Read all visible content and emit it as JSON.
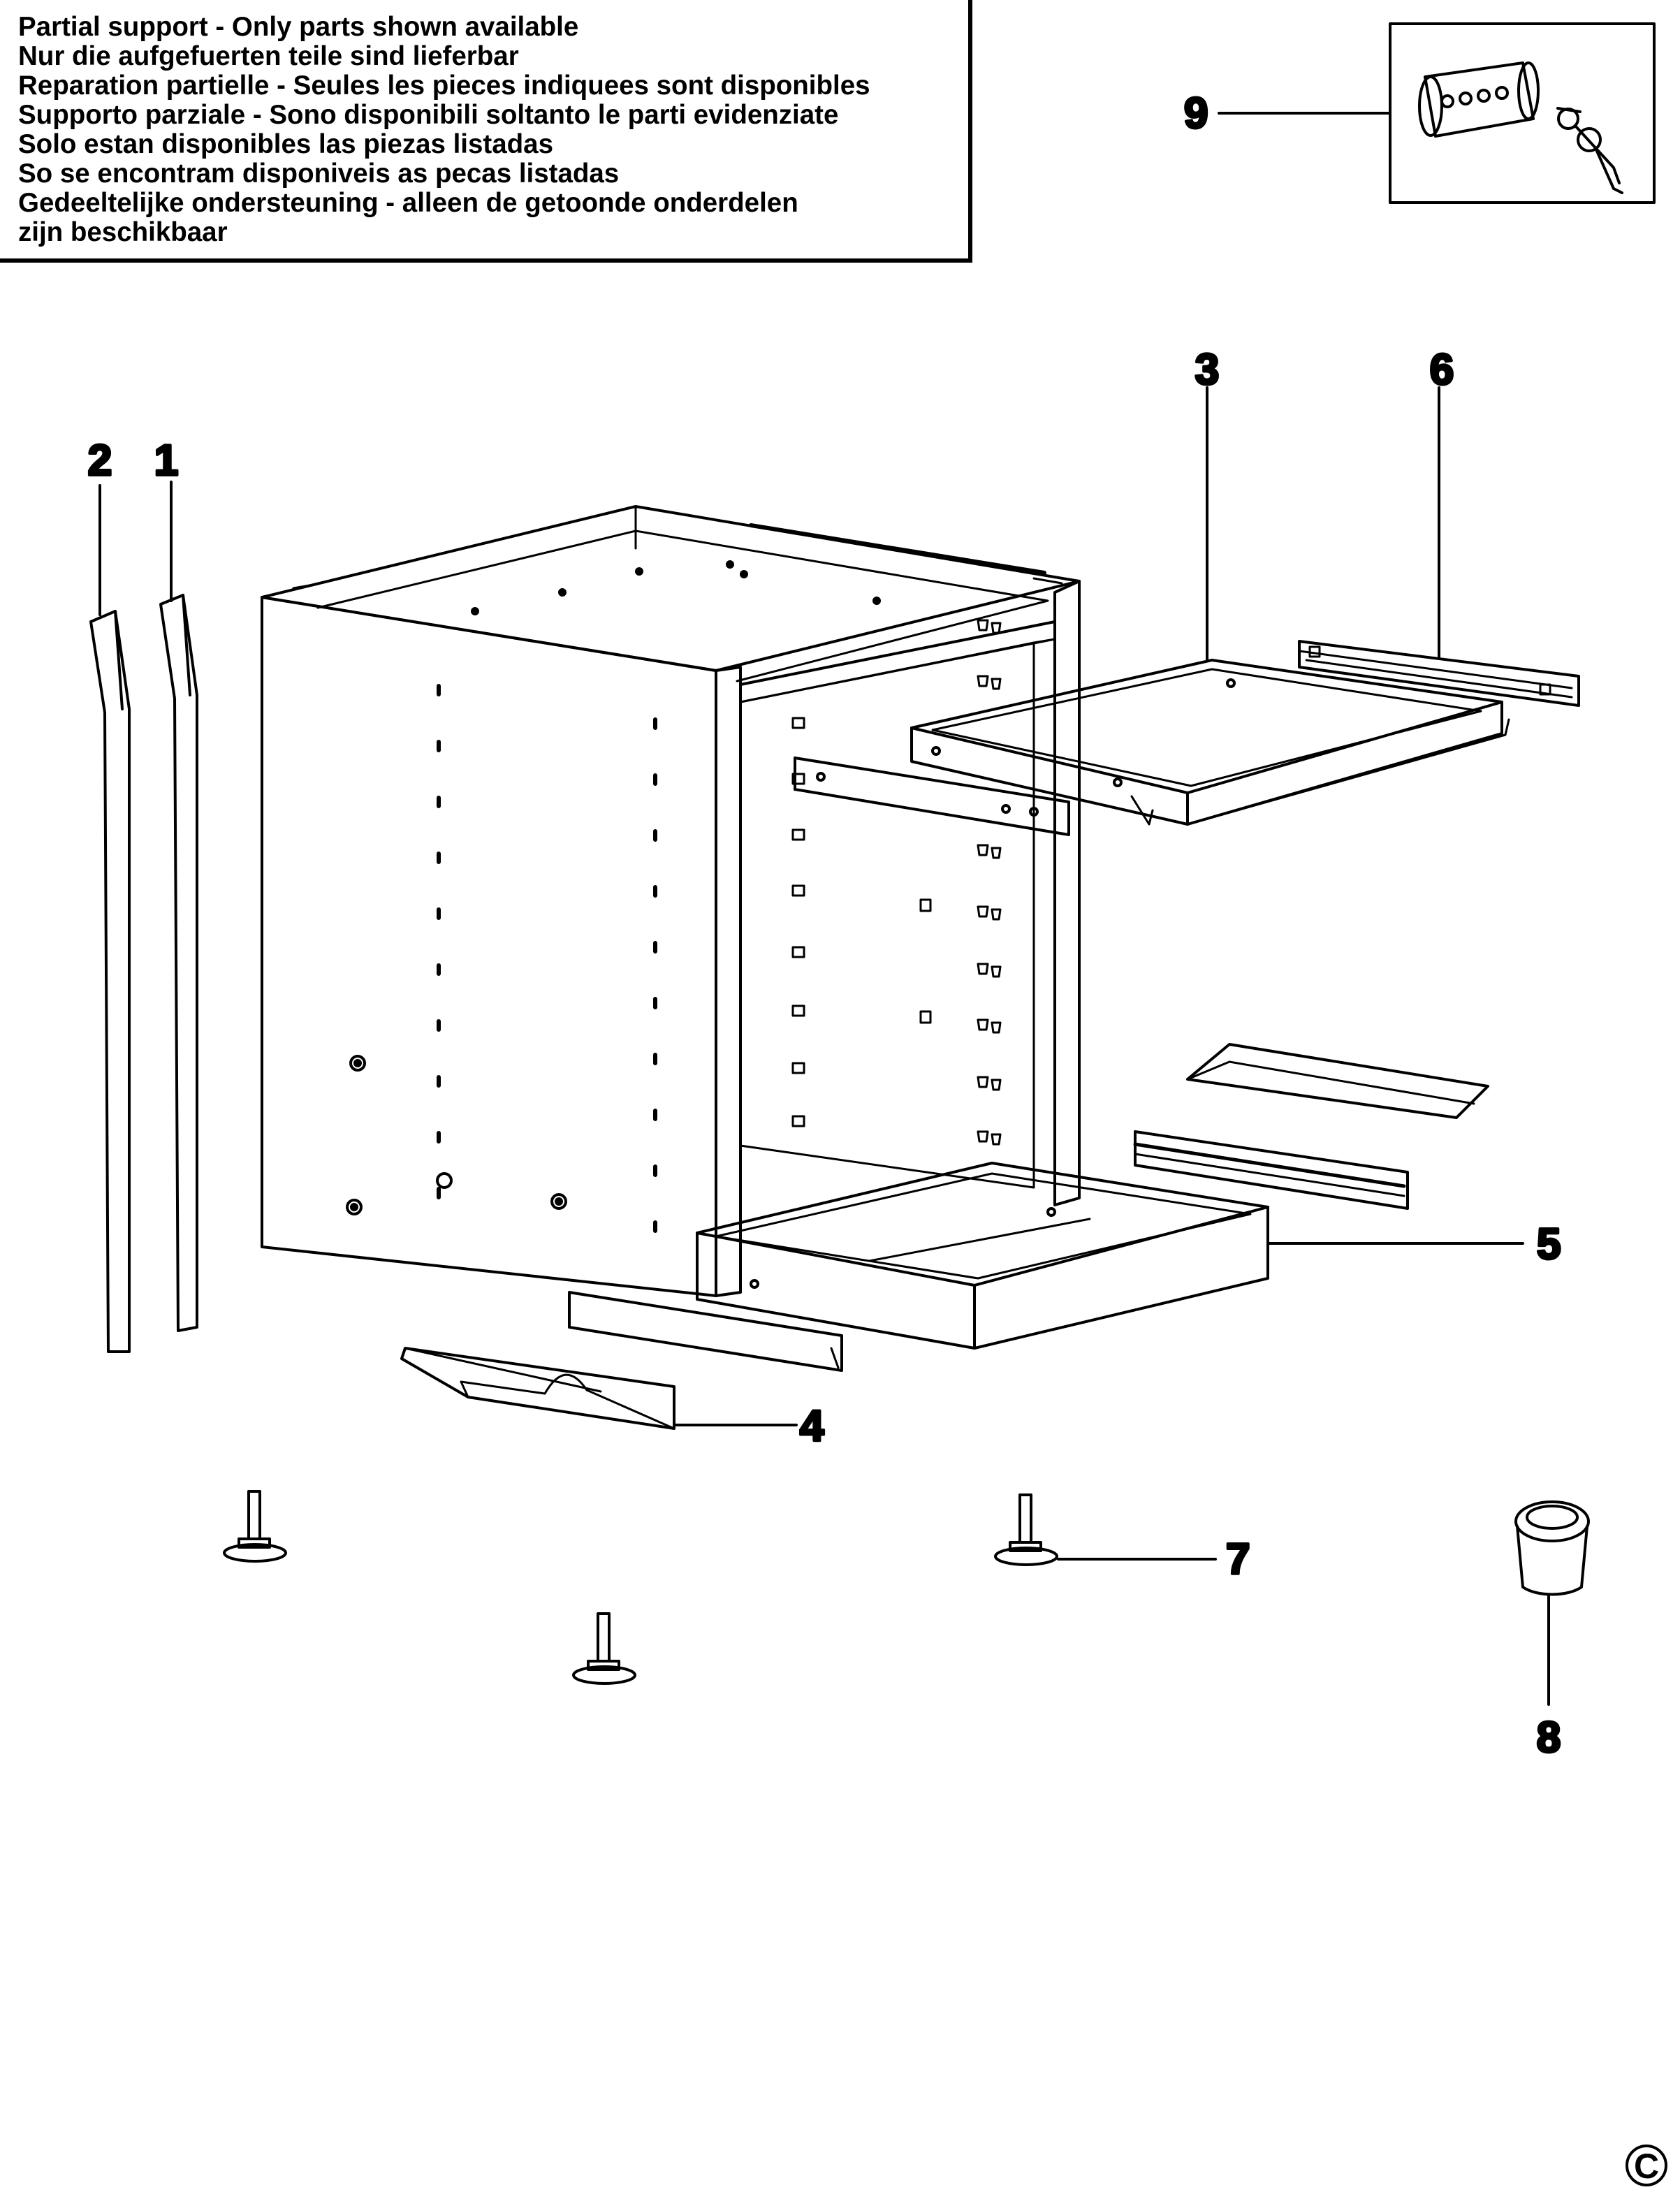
{
  "notice": {
    "lines": [
      "Partial support - Only parts shown available",
      "Nur die aufgefuerten teile sind lieferbar",
      "Reparation partielle - Seules les pieces indiquees sont disponibles",
      "Supporto parziale - Sono disponibili soltanto le parti evidenziate",
      "Solo estan disponibles las piezas listadas",
      "So se encontram disponiveis as pecas listadas",
      "Gedeeltelijke ondersteuning - alleen de getoonde onderdelen",
      "zijn beschikbaar"
    ]
  },
  "callouts": {
    "p1": "1",
    "p2": "2",
    "p3": "3",
    "p4": "4",
    "p5": "5",
    "p6": "6",
    "p7": "7",
    "p8": "8",
    "p9": "9"
  },
  "copyright": "C"
}
